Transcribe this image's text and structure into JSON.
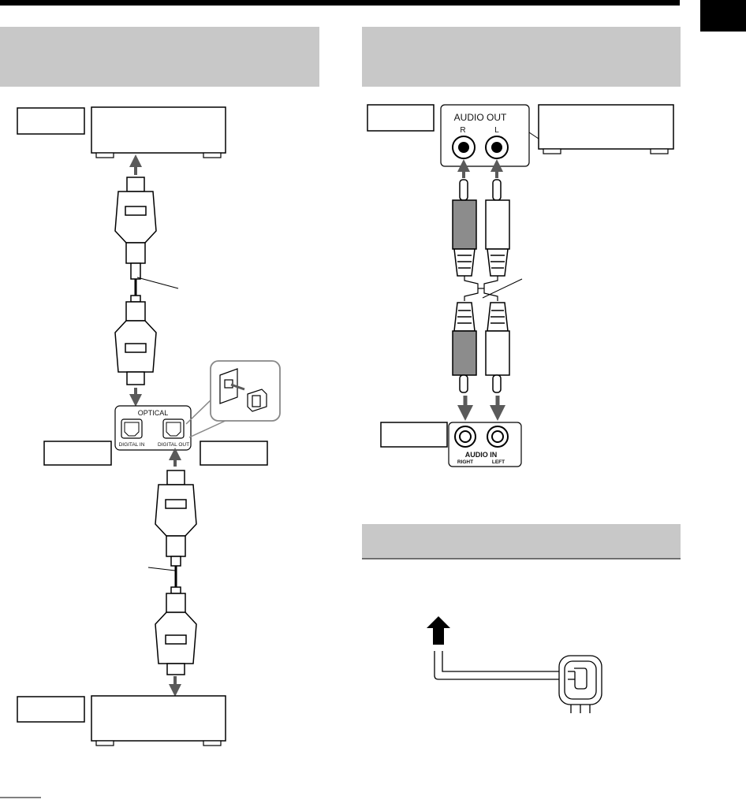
{
  "optical_panel": {
    "title": "OPTICAL",
    "digital_in": "DIGITAL IN",
    "digital_out": "DIGITAL OUT"
  },
  "audio_out_panel": {
    "title": "AUDIO OUT",
    "right": "R",
    "left": "L"
  },
  "audio_in_panel": {
    "title": "AUDIO IN",
    "right": "RIGHT",
    "left": "LEFT"
  },
  "colors": {
    "header_band": "#c8c8c8",
    "top_rule": "#000000",
    "arrow": "#5a5a5a",
    "plug_red": "#8c8c8c",
    "side_tab": "#000000"
  }
}
